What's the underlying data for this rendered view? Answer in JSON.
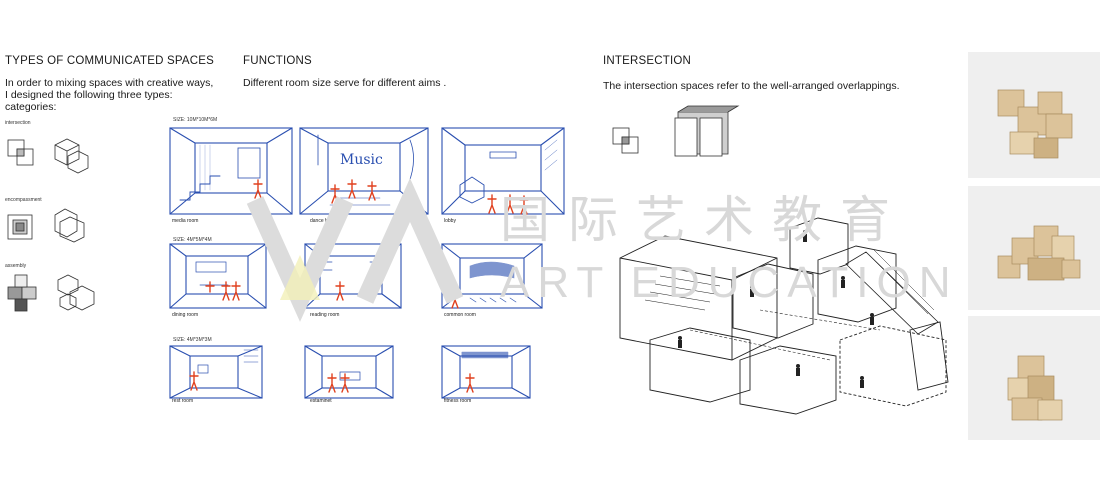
{
  "left": {
    "title": "TYPES OF COMMUNICATED SPACES",
    "intro_line1": "In order to mixing spaces with creative ways,",
    "intro_line2": "I designed the following three types:",
    "intro_line3": "categories:",
    "categories": [
      "intersection",
      "encompassment",
      "assembly"
    ]
  },
  "functions": {
    "title": "FUNCTIONS",
    "subtitle": "Different room size serve for different aims .",
    "size_labels": [
      "SIZE: 10M*10M*6M",
      "SIZE: 4M*5M*4M",
      "SIZE: 4M*3M*3M"
    ],
    "rooms": [
      "media room",
      "dance hall",
      "lobby",
      "dining room",
      "reading room",
      "common room",
      "rest room",
      "estaminet",
      "fitness room"
    ],
    "sketch_word": "Music"
  },
  "intersection": {
    "title": "INTERSECTION",
    "subtitle": "The intersection spaces refer to the well-arranged overlappings."
  },
  "watermark": {
    "chinese": "国际艺术教育",
    "latin": "ART EDUCATION"
  },
  "colors": {
    "sketch_blue": "#2a4fb0",
    "figure_red": "#e0401e",
    "wood": "#dcc39a"
  }
}
